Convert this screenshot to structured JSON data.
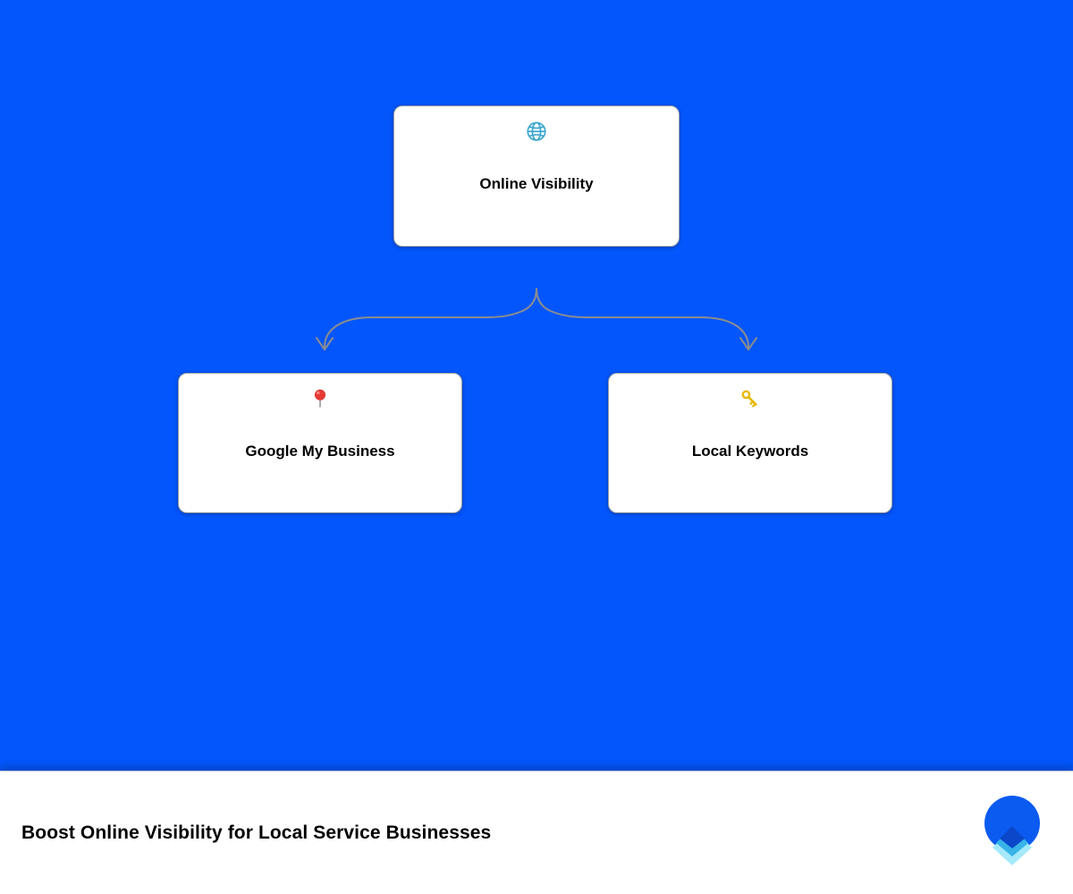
{
  "diagram": {
    "root": {
      "label": "Online Visibility",
      "icon": "globe-icon"
    },
    "children": [
      {
        "label": "Google My Business",
        "icon": "round-pushpin-icon"
      },
      {
        "label": "Local Keywords",
        "icon": "key-icon"
      }
    ]
  },
  "footer": {
    "title": "Boost Online Visibility for Local Service Businesses",
    "logo": "upward-arrow-brand-logo"
  },
  "colors": {
    "background": "#0356fb",
    "card_background": "#ffffff",
    "connector": "#8d8d8d",
    "label_text": "#000000",
    "globe_icon": "#3fa9d0",
    "pin_icon": "#e53935",
    "key_icon": "#e6b800",
    "logo_blue": "#0b5bf0",
    "logo_cyan_mid": "#39b3e8",
    "logo_cyan_light": "#a5e9fa"
  }
}
